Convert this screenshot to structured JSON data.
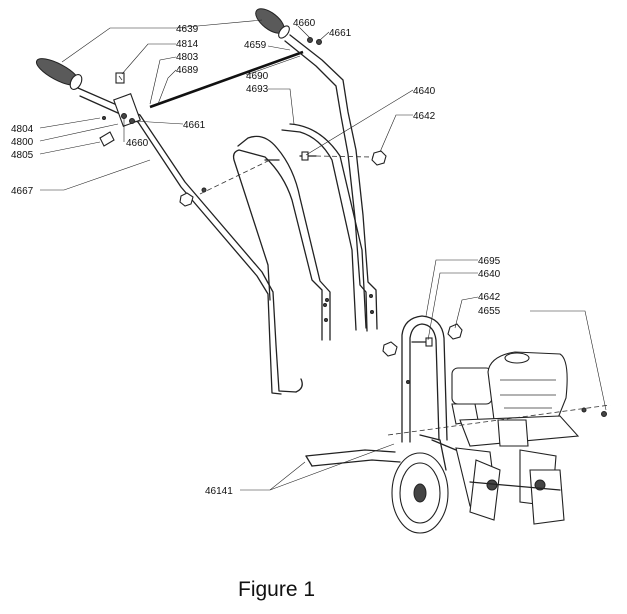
{
  "figure": {
    "caption": "Figure 1"
  },
  "labels": {
    "l4639": "4639",
    "l4660a": "4660",
    "l4661a": "4661",
    "l4814": "4814",
    "l4659": "4659",
    "l4803": "4803",
    "l4689": "4689",
    "l4690": "4690",
    "l4693": "4693",
    "l4640a": "4640",
    "l4642a": "4642",
    "l4804": "4804",
    "l4661b": "4661",
    "l4800": "4800",
    "l4660b": "4660",
    "l4805": "4805",
    "l4667": "4667",
    "l4695": "4695",
    "l4640b": "4640",
    "l4642b": "4642",
    "l4655": "4655",
    "l46141": "46141"
  }
}
